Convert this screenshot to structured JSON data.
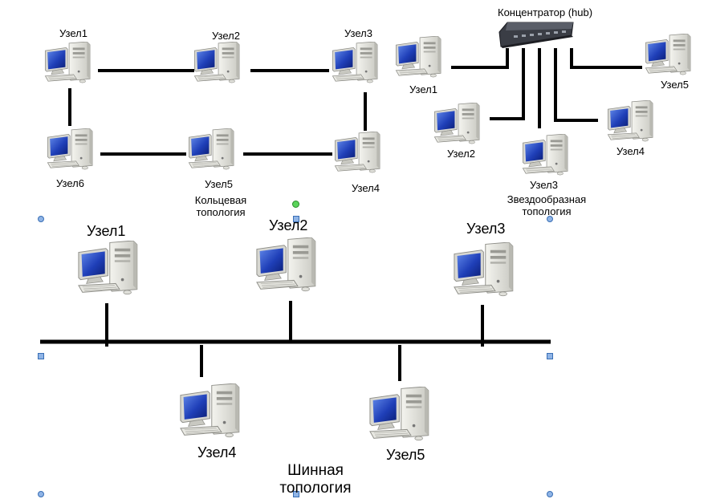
{
  "ring": {
    "nodes": [
      "Узел1",
      "Узел2",
      "Узел3",
      "Узел4",
      "Узел5",
      "Узел6"
    ],
    "caption_line1": "Кольцевая",
    "caption_line2": "топология"
  },
  "star": {
    "hub_label": "Концентратор (hub)",
    "nodes": [
      "Узел1",
      "Узел2",
      "Узел3",
      "Узел4",
      "Узел5"
    ],
    "caption_line1": "Звездообразная",
    "caption_line2": "топология"
  },
  "bus": {
    "nodes": [
      "Узел1",
      "Узел2",
      "Узел3",
      "Узел4",
      "Узел5"
    ],
    "caption_line1": "Шинная",
    "caption_line2": "топология"
  },
  "icons": {
    "computer": "desktop-computer-icon",
    "hub": "network-hub-icon"
  },
  "colors": {
    "line": "#000000",
    "screen": "#1f3fb8",
    "case": "#e4e4de",
    "hub": "#3a3d45"
  }
}
